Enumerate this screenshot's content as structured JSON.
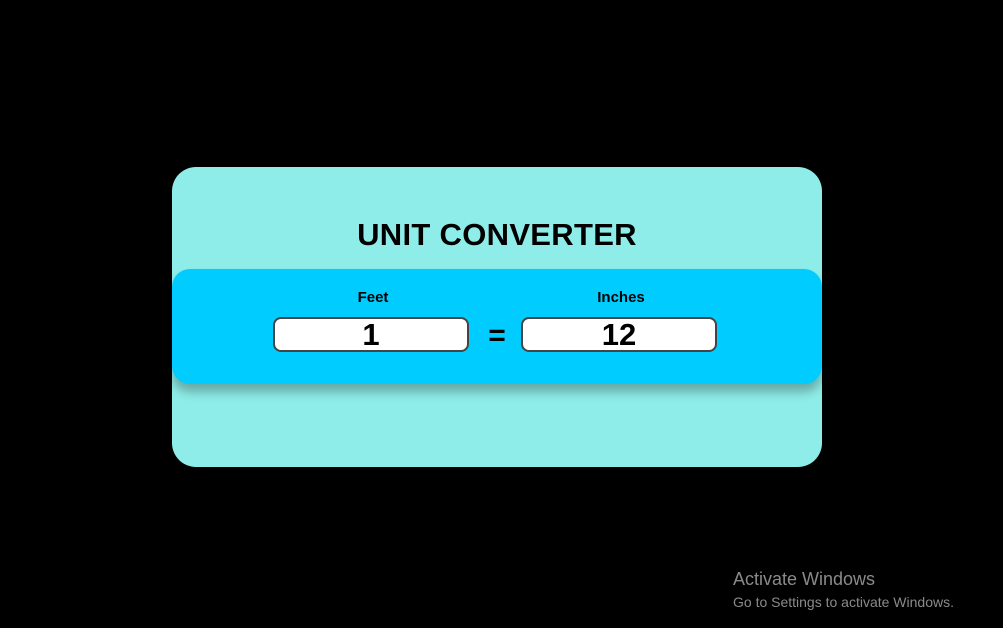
{
  "converter": {
    "title": "UNIT CONVERTER",
    "from_label": "Feet",
    "from_value": "1",
    "equals_symbol": "=",
    "to_label": "Inches",
    "to_value": "12"
  },
  "watermark": {
    "title": "Activate Windows",
    "subtitle": "Go to Settings to activate Windows."
  },
  "colors": {
    "background": "#000000",
    "card": "#8eede8",
    "panel": "#00ccff",
    "input": "#ffffff"
  }
}
